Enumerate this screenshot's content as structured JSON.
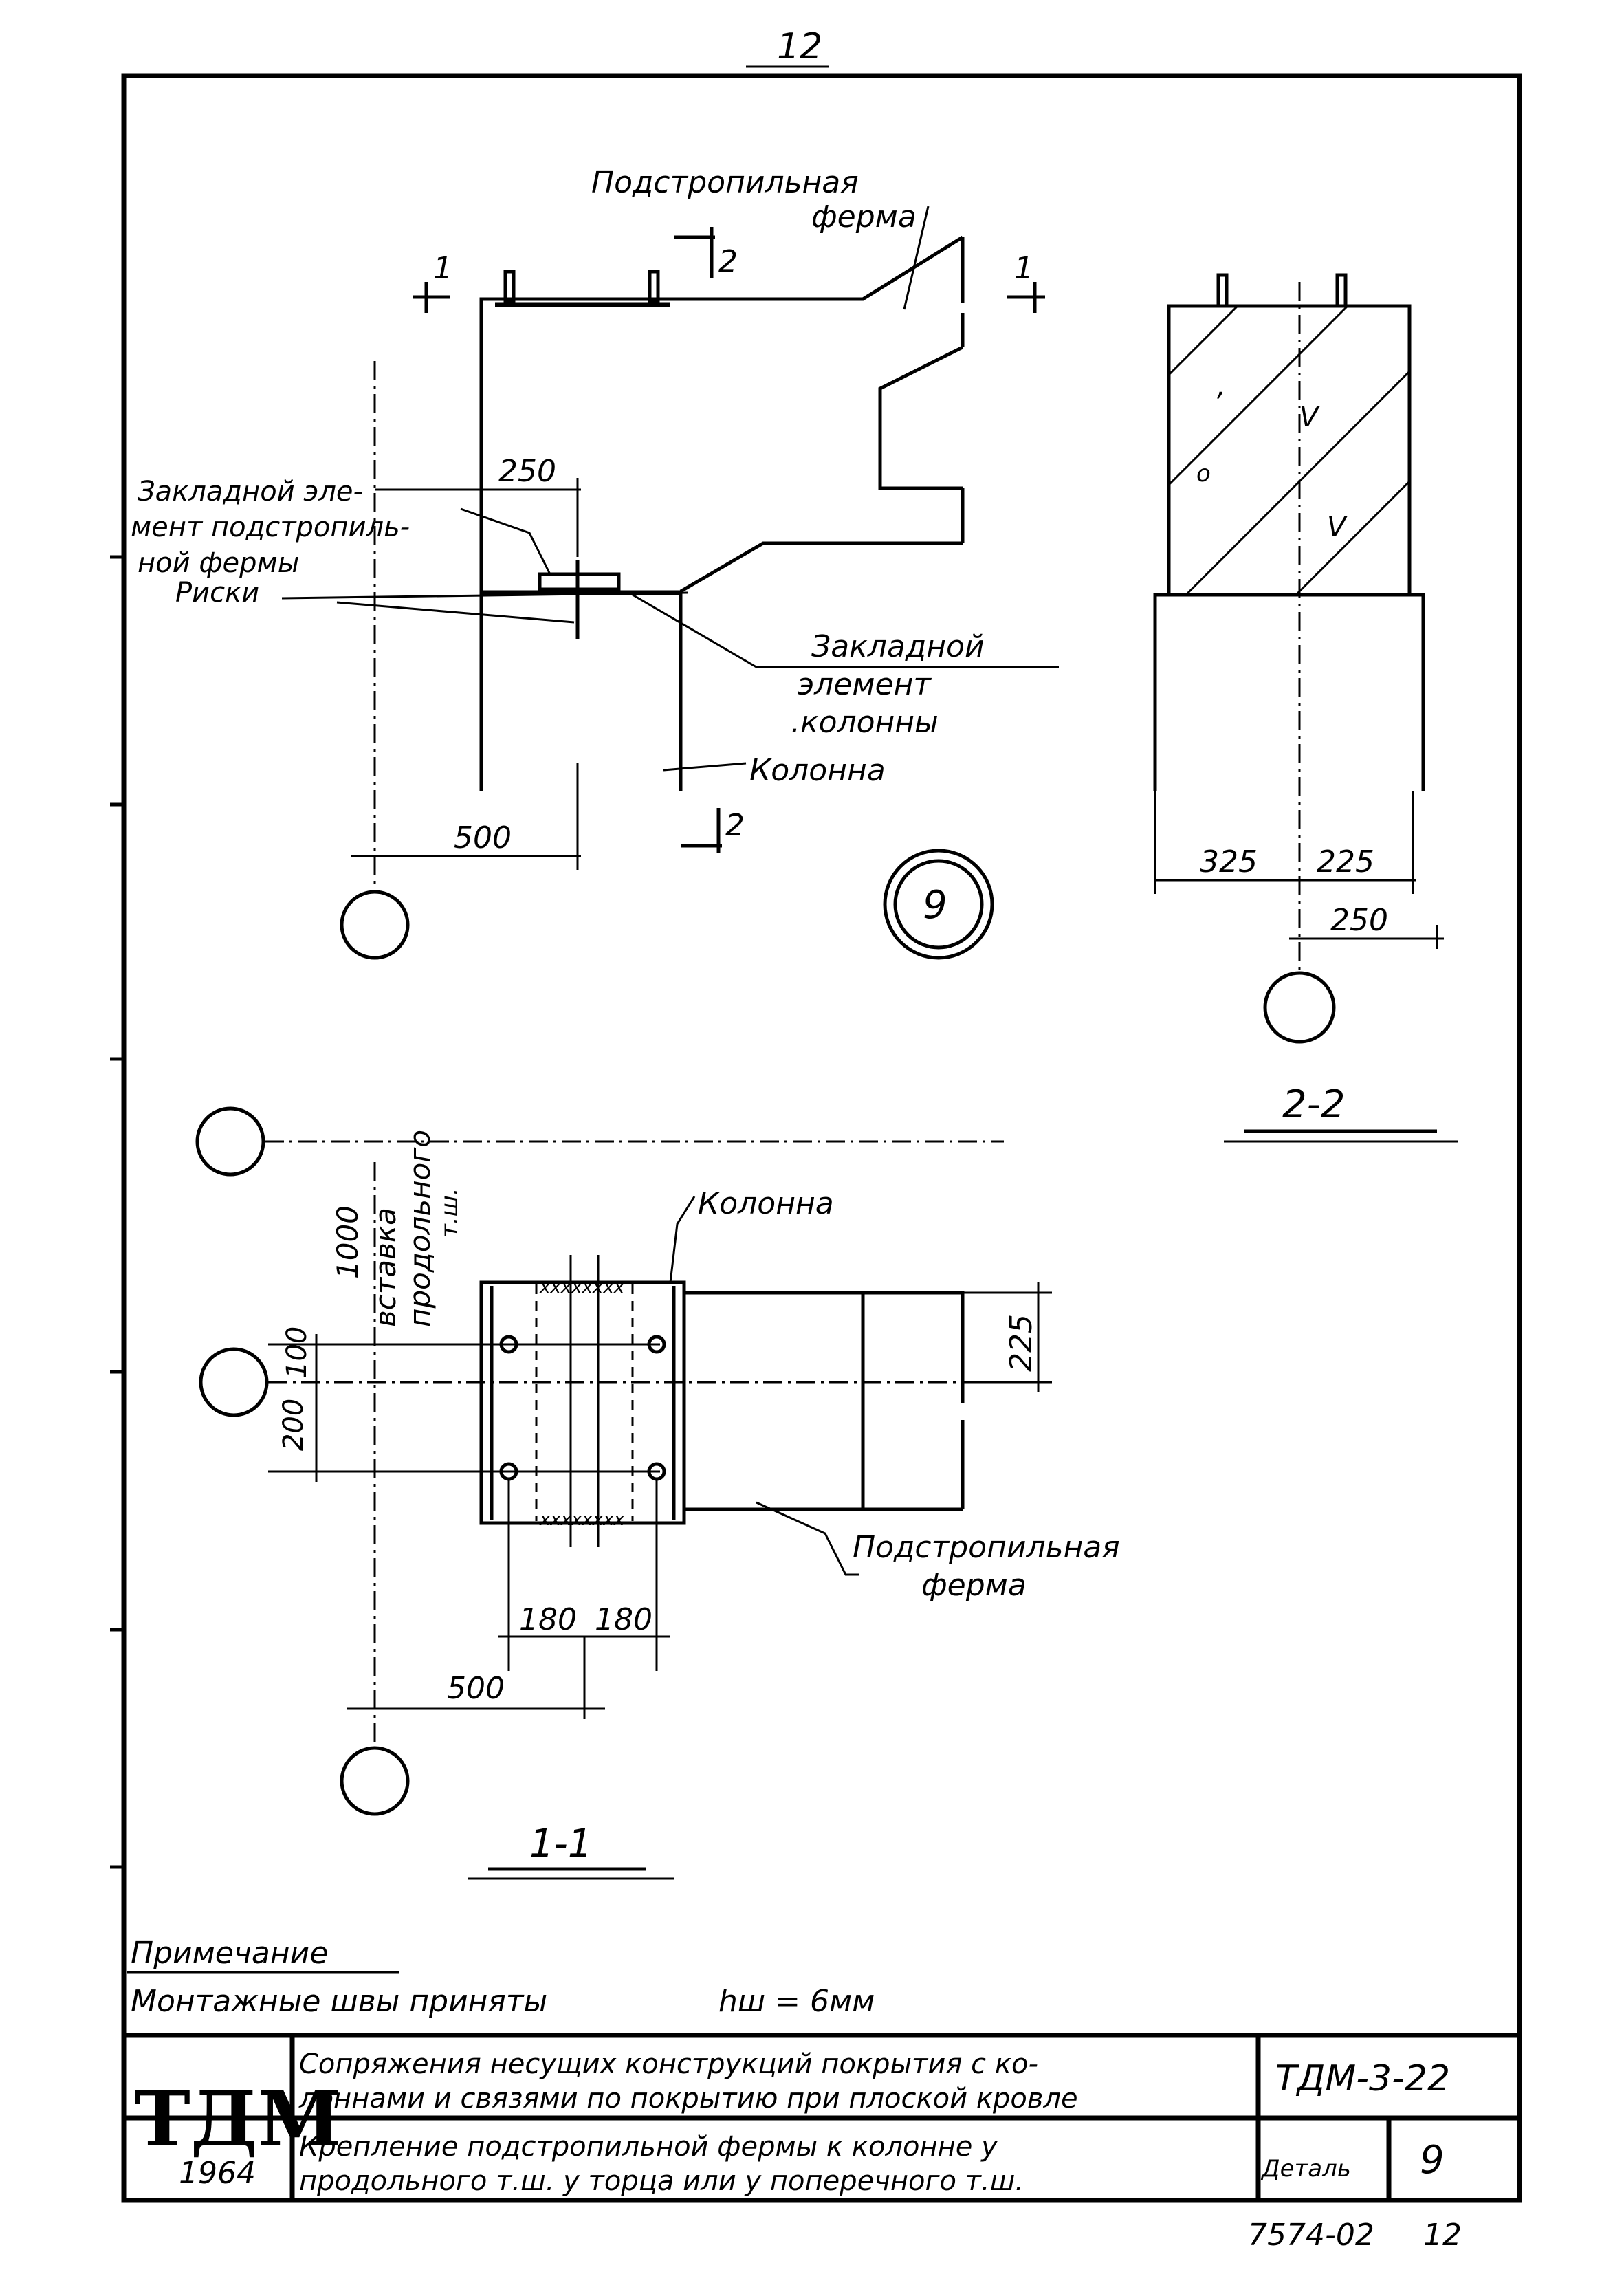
{
  "page_number": "12",
  "elevation": {
    "label_truss": [
      "Подстропильная",
      "ферма"
    ],
    "section_mark_1_left": "1",
    "section_mark_1_right": "1",
    "section_mark_2_top": "2",
    "section_mark_2_bottom": "2",
    "label_truss_embed": [
      "Закладной эле-",
      "мент подстропиль-",
      "ной фермы"
    ],
    "label_marks": "Риски",
    "label_column_embed": [
      "Закладной",
      "элемент",
      ".колонны"
    ],
    "label_column": "Колонна",
    "dim_250": "250",
    "dim_500": "500",
    "detail_number": "9"
  },
  "section_2_2": {
    "dim_325": "325",
    "dim_225": "225",
    "dim_250": "250",
    "title": "2-2"
  },
  "section_1_1": {
    "label_insert": [
      "1000",
      "вставка",
      "продольного",
      "т.ш."
    ],
    "label_column": "Колонна",
    "label_truss": [
      "Подстропильная",
      "ферма"
    ],
    "dim_225": "225",
    "dim_100": "100",
    "dim_200": "200",
    "dim_180_a": "180",
    "dim_180_b": "180",
    "dim_500": "500",
    "title": "1-1"
  },
  "note": {
    "heading": "Примечание",
    "text": "Монтажные швы приняты",
    "formula": "hш = 6мм"
  },
  "title_block": {
    "logo": "ТДМ",
    "year": "1964",
    "project_title": [
      "Сопряжения несущих конструкций покрытия с ко-",
      "лоннами и связями по покрытию при плоской кровле"
    ],
    "sheet_title": [
      "Крепление подстропильной фермы к колонне у",
      "продольного т.ш. у торца или у поперечного т.ш."
    ],
    "series_code": "ТДМ-3-22",
    "detail_label": "Деталь",
    "detail_value": "9",
    "archive_number": "7574-02",
    "archive_sheet": "12"
  }
}
